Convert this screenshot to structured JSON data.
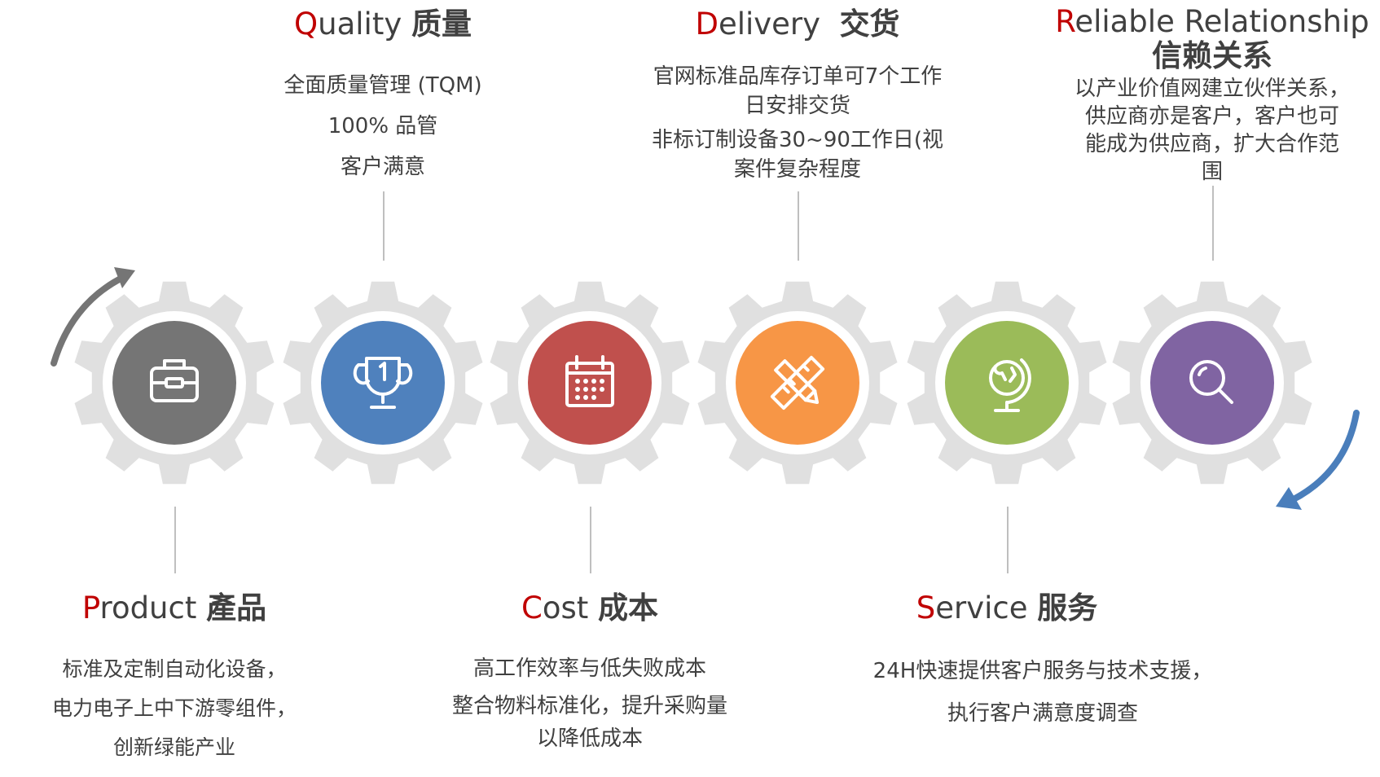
{
  "colors": {
    "accent_red": "#c00000",
    "text": "#404040",
    "gear": "#e0e0e0",
    "connector": "#bfbfbf",
    "arrow_gray": "#757575",
    "arrow_blue": "#4a7ebb"
  },
  "items": [
    {
      "key": "product",
      "letter": "P",
      "rest": "roduct",
      "cn": "產品",
      "icon": "toolbox-icon",
      "color": "#757575",
      "lines": [
        "标准及定制自动化设备，",
        "电力电子上中下游零组件，",
        "创新绿能产业"
      ]
    },
    {
      "key": "quality",
      "letter": "Q",
      "rest": "uality",
      "cn": "质量",
      "icon": "trophy-icon",
      "color": "#4f81bd",
      "lines": [
        "全面质量管理 (TQM)",
        "100% 品管",
        "客户满意"
      ]
    },
    {
      "key": "cost",
      "letter": "C",
      "rest": "ost",
      "cn": "成本",
      "icon": "calendar-icon",
      "color": "#c0504d",
      "lines": [
        "高工作效率与低失败成本",
        "整合物料标准化，提升采购量",
        "以降低成本"
      ]
    },
    {
      "key": "delivery",
      "letter": "D",
      "rest": "elivery",
      "cn": "交货",
      "icon": "pencil-ruler-icon",
      "color": "#f79646",
      "lines": [
        "官网标准品库存订单可7个工作",
        "日安排交货",
        "非标订制设备30~90工作日(视",
        "案件复杂程度"
      ]
    },
    {
      "key": "service",
      "letter": "S",
      "rest": "ervice",
      "cn": "服务",
      "icon": "globe-icon",
      "color": "#9bbb59",
      "lines": [
        "24H快速提供客户服务与技术支援，",
        "执行客户满意度调查"
      ]
    },
    {
      "key": "relationship",
      "letter": "R",
      "rest": "eliable Relationship",
      "cn": "信赖关系",
      "icon": "search-icon",
      "color": "#8064a2",
      "lines": [
        "以产业价值网建立伙伴关系，",
        "供应商亦是客户，客户也可",
        "能成为供应商，扩大合作范",
        "围"
      ]
    }
  ]
}
